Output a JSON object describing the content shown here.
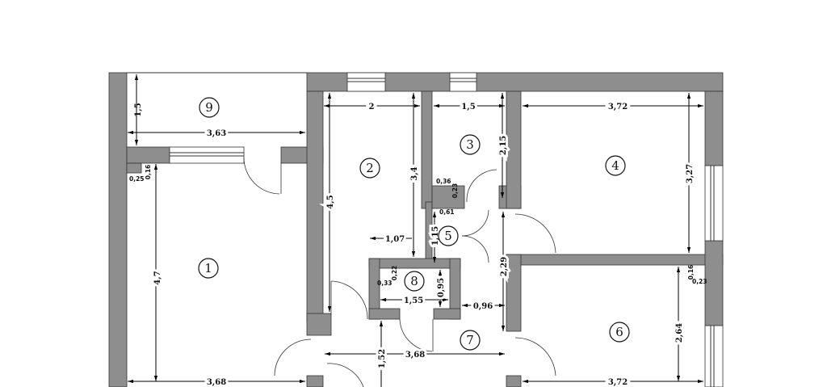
{
  "plan": {
    "rooms": [
      "1",
      "2",
      "3",
      "4",
      "5",
      "6",
      "7",
      "8",
      "9"
    ],
    "dimensions": {
      "r9_height": "1,5",
      "r9_width": "3,63",
      "r1_step_h": "0,16",
      "r1_step_w": "0,25",
      "r1_height": "4,7",
      "r1_width": "3,68",
      "r2_width": "2",
      "r2_height": "4,5",
      "r2_inner": "3,4",
      "r2_offset": "1,07",
      "r3_width": "1,5",
      "r3_height": "2,15",
      "r3_step_w": "0,36",
      "r3_step_h": "0,23",
      "r4_width": "3,72",
      "r4_height": "3,27",
      "r5_height": "1,15",
      "r5_step": "0,61",
      "r6_step_h": "0,16",
      "r6_step_w": "0,23",
      "r6_height": "2,64",
      "r6_width": "3,72",
      "r7_width": "3,68",
      "r7_height": "1,52",
      "r7_gap": "0,96",
      "r7_corridor": "2,29",
      "r8_width": "1,55",
      "r8_height": "0,95",
      "r8_step_w": "0,33",
      "r8_step_h": "0,22"
    },
    "colors": {
      "wall": "#8e8e8e",
      "line": "#000000"
    }
  }
}
